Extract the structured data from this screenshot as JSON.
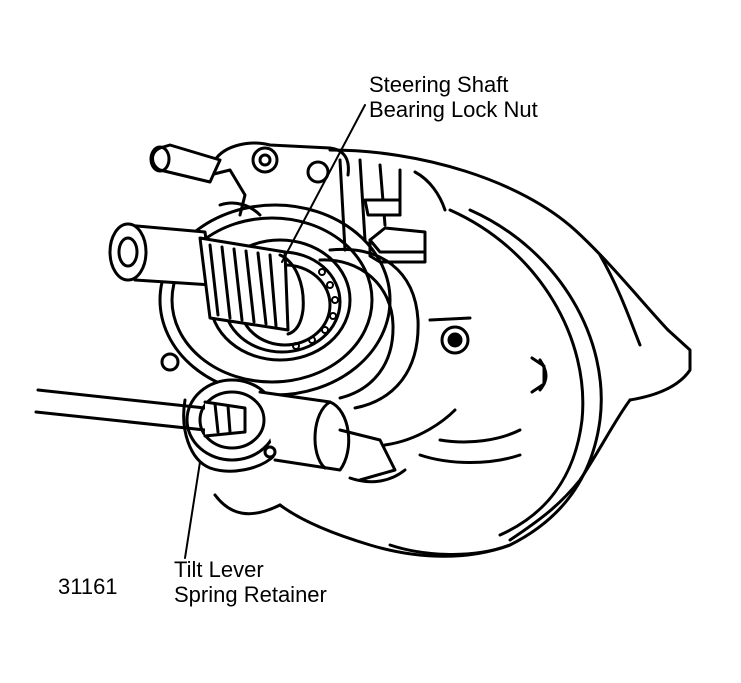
{
  "labels": {
    "steering_shaft_nut": {
      "line1": "Steering Shaft",
      "line2": "Bearing Lock Nut"
    },
    "tilt_lever_retainer": {
      "line1": "Tilt Lever",
      "line2": "Spring Retainer"
    }
  },
  "figure_number": "31161",
  "colors": {
    "ink": "#000000",
    "paper": "#ffffff"
  }
}
